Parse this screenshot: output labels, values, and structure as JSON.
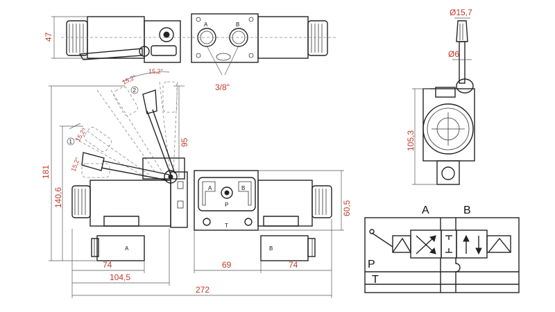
{
  "dimensions": {
    "top_height": "47",
    "port_thread": "3/8\"",
    "angle_a": "15,2°",
    "angle_b": "15,2°",
    "angle_c": "15,2°",
    "angle_d": "15,2°",
    "position_1": "1",
    "position_2": "2",
    "lever_travel": "95",
    "total_height": "181",
    "height_140": "140,6",
    "body_height": "60,5",
    "coil_len_left": "74",
    "body_width": "69",
    "coil_len_right": "74",
    "half_length": "104,5",
    "total_length": "272",
    "knob_diameter": "Ø15,7",
    "rod_diameter": "Ø6",
    "side_height": "105,3"
  },
  "labels": {
    "coil_a": "A",
    "coil_b": "B",
    "port_a_small": "A",
    "port_b_small": "B",
    "port_p_small": "P",
    "port_t_small": "T"
  },
  "symbol": {
    "port_a": "A",
    "port_b": "B",
    "port_p": "P",
    "port_t": "T"
  }
}
